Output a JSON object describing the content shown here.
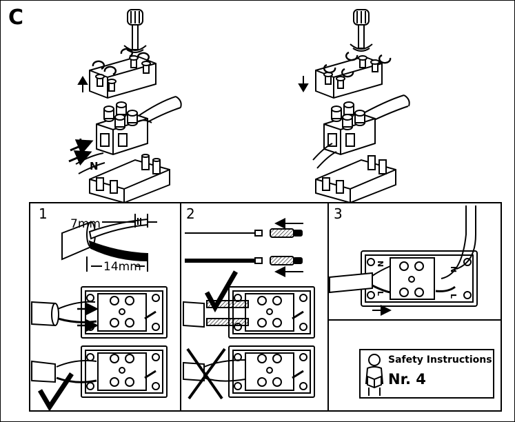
{
  "section_label": "C",
  "terminal_labels": {
    "live": "L",
    "neutral": "N"
  },
  "panels": [
    {
      "number": "1",
      "strip_label_outer": "7mm",
      "strip_label_inner": "14mm"
    },
    {
      "number": "2"
    },
    {
      "number": "3"
    }
  ],
  "safety": {
    "title": "Safety Instructions",
    "number": "Nr. 4"
  }
}
